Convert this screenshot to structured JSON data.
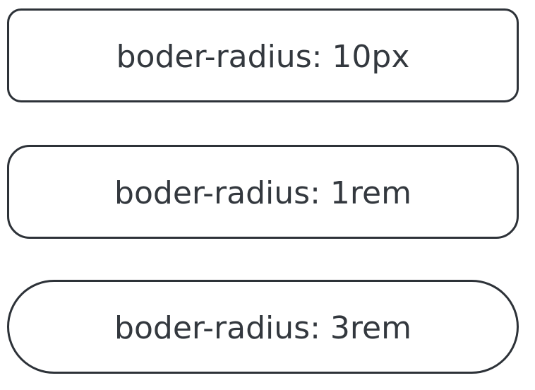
{
  "boxes": [
    {
      "label": "boder-radius: 10px"
    },
    {
      "label": "boder-radius: 1rem"
    },
    {
      "label": "boder-radius: 3rem"
    }
  ],
  "colors": {
    "background": "#ffffff",
    "border": "#2d3238",
    "text": "#33383e"
  }
}
